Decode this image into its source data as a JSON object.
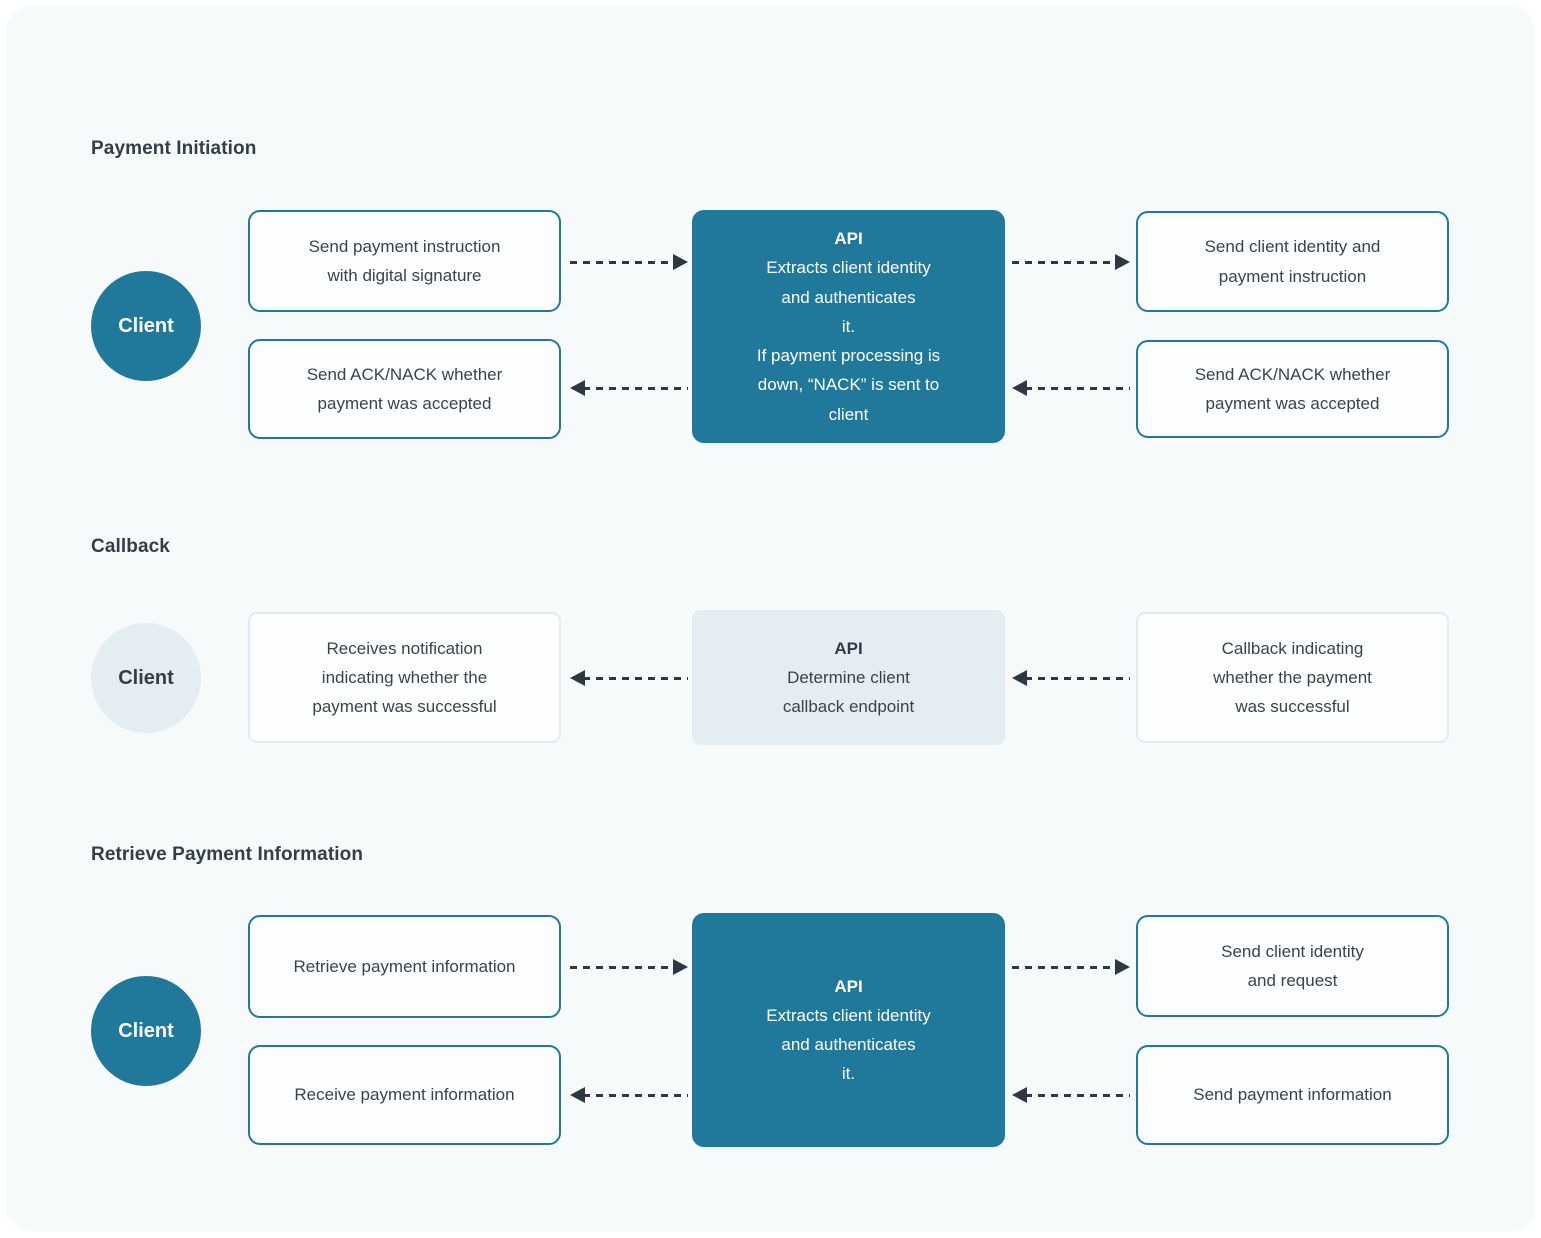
{
  "colors": {
    "teal": "#20799A",
    "light_blue": "#E4EEF2",
    "canvas_bg": "#F7FAFA",
    "text_dark": "#333E49",
    "arrow": "#2E3842"
  },
  "sections": [
    {
      "title": "Payment Initiation",
      "client_label": "Client",
      "left_boxes": [
        {
          "text": "Send payment instruction\nwith digital signature"
        },
        {
          "text": "Send ACK/NACK whether\npayment was accepted"
        }
      ],
      "api": {
        "title": "API",
        "body": "Extracts client identity\nand authenticates\nit.\nIf payment processing is\ndown, “NACK” is sent to\nclient"
      },
      "right_boxes": [
        {
          "text": "Send client identity and\npayment instruction"
        },
        {
          "text": "Send ACK/NACK whether\npayment was accepted"
        }
      ]
    },
    {
      "title": "Callback",
      "client_label": "Client",
      "left_boxes": [
        {
          "text": "Receives notification\nindicating whether the\npayment was successful"
        }
      ],
      "api": {
        "title": "API",
        "body": "Determine client\ncallback endpoint"
      },
      "right_boxes": [
        {
          "text": "Callback indicating\nwhether the payment\nwas successful"
        }
      ]
    },
    {
      "title": "Retrieve Payment Information",
      "client_label": "Client",
      "left_boxes": [
        {
          "text": "Retrieve payment information"
        },
        {
          "text": "Receive payment information"
        }
      ],
      "api": {
        "title": "API",
        "body": "Extracts client identity\nand authenticates\nit."
      },
      "right_boxes": [
        {
          "text": "Send client identity\nand request"
        },
        {
          "text": "Send payment information"
        }
      ]
    }
  ]
}
